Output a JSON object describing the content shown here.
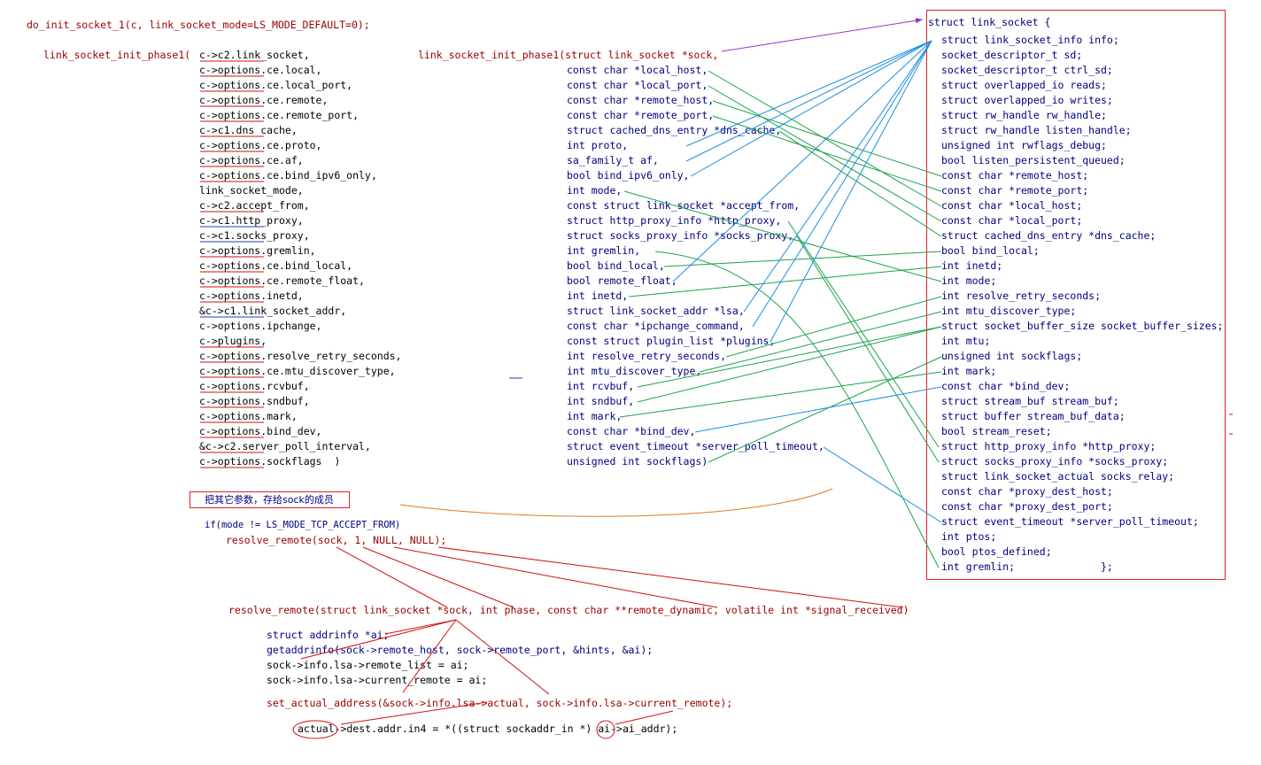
{
  "header_call": "do_init_socket_1(c, link_socket_mode=LS_MODE_DEFAULT=0);",
  "call": {
    "name": "link_socket_init_phase1(",
    "args": [
      "c->c2.link_socket,",
      "c->options.ce.local,",
      "c->options.ce.local_port,",
      "c->options.ce.remote,",
      "c->options.ce.remote_port,",
      "c->c1.dns_cache,",
      "c->options.ce.proto,",
      "c->options.ce.af,",
      "c->options.ce.bind_ipv6_only,",
      "link_socket_mode,",
      "c->c2.accept_from,",
      "c->c1.http_proxy,",
      "c->c1.socks_proxy,",
      "c->options.gremlin,",
      "c->options.ce.bind_local,",
      "c->options.ce.remote_float,",
      "c->options.inetd,",
      "&c->c1.link_socket_addr,",
      "c->options.ipchange,",
      "c->plugins,",
      "c->options.resolve_retry_seconds,",
      "c->options.ce.mtu_discover_type,",
      "c->options.rcvbuf,",
      "c->options.sndbuf,",
      "c->options.mark,",
      "c->options.bind_dev,",
      "&c->c2.server_poll_interval,",
      "c->options.sockflags  )"
    ]
  },
  "signature": {
    "name": "link_socket_init_phase1(struct link_socket *sock,",
    "params": [
      "const char *local_host,",
      "const char *local_port,",
      "const char *remote_host,",
      "const char *remote_port,",
      "struct cached_dns_entry *dns_cache,",
      "int proto,",
      "sa_family_t af,",
      "bool bind_ipv6_only,",
      "int mode,",
      "const struct link_socket *accept_from,",
      "struct http_proxy_info *http_proxy,",
      "struct socks_proxy_info *socks_proxy,",
      "int gremlin,",
      "bool bind_local,",
      "bool remote_float,",
      "int inetd,",
      "struct link_socket_addr *lsa,",
      "const char *ipchange_command,",
      "const struct plugin_list *plugins,",
      "int resolve_retry_seconds,",
      "int mtu_discover_type,",
      "int rcvbuf,",
      "int sndbuf,",
      "int mark,",
      "const char *bind_dev,",
      "struct event_timeout *server_poll_timeout,",
      "unsigned int sockflags)"
    ]
  },
  "struct": {
    "head": "struct link_socket {",
    "members": [
      "struct link_socket_info info;",
      "socket_descriptor_t sd;",
      "socket_descriptor_t ctrl_sd;",
      "struct overlapped_io reads;",
      "struct overlapped_io writes;",
      "struct rw_handle rw_handle;",
      "struct rw_handle listen_handle;",
      "unsigned int rwflags_debug;",
      "bool listen_persistent_queued;",
      "const char *remote_host;",
      "const char *remote_port;",
      "const char *local_host;",
      "const char *local_port;",
      "struct cached_dns_entry *dns_cache;",
      "bool bind_local;",
      "int inetd;",
      "int mode;",
      "int resolve_retry_seconds;",
      "int mtu_discover_type;",
      "struct socket_buffer_size socket_buffer_sizes;",
      "int mtu;",
      "unsigned int sockflags;",
      "int mark;",
      "const char *bind_dev;",
      "struct stream_buf stream_buf;",
      "struct buffer stream_buf_data;",
      "bool stream_reset;",
      "struct http_proxy_info *http_proxy;",
      "struct socks_proxy_info *socks_proxy;",
      "struct link_socket_actual socks_relay;",
      "const char *proxy_dest_host;",
      "const char *proxy_dest_port;",
      "struct event_timeout *server_poll_timeout;",
      "int ptos;",
      "bool ptos_defined;",
      "int gremlin;              };"
    ]
  },
  "note": "把其它参数，存给sock的成员",
  "if_line": "if(mode != LS_MODE_TCP_ACCEPT_FROM)",
  "resolve_call": "resolve_remote(sock, 1, NULL, NULL);",
  "resolve_sig": "resolve_remote(struct link_socket *sock, int phase, const char **remote_dynamic, volatile int *signal_received)",
  "body": [
    "struct addrinfo *ai;",
    "getaddrinfo(sock->remote_host, sock->remote_port, &hints, &ai);",
    "sock->info.lsa->remote_list = ai;",
    "sock->info.lsa->current_remote = ai;",
    "set_actual_address(&sock->info.lsa->actual, sock->info.lsa->current_remote);",
    "actual->dest.addr.in4 = *((struct sockaddr_in *) ai->ai_addr);"
  ],
  "colors": {
    "box": "#e02020",
    "green": "#1aa34a",
    "blue": "#1a8fe0",
    "red": "#d01010",
    "purple": "#9933cc",
    "orange": "#e07820"
  }
}
